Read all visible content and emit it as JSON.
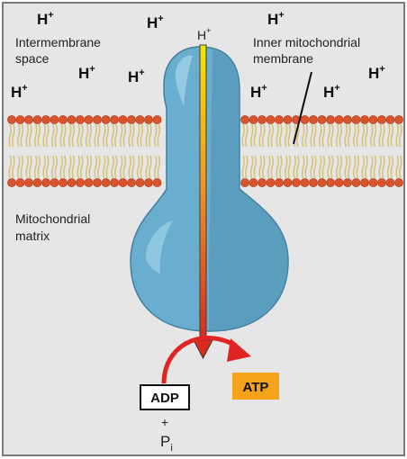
{
  "labels": {
    "intermembrane_line1": "Intermembrane",
    "intermembrane_line2": "space",
    "inner_membrane_line1": "Inner mitochondrial",
    "inner_membrane_line2": "membrane",
    "matrix_line1": "Mitochondrial",
    "matrix_line2": "matrix"
  },
  "proton": {
    "symbol": "H",
    "charge": "+"
  },
  "channel_proton": {
    "symbol": "H",
    "charge": "+"
  },
  "reaction": {
    "substrate": "ADP",
    "plus": "+",
    "phosphate_symbol": "P",
    "phosphate_subscript": "i",
    "product": "ATP"
  },
  "colors": {
    "background": "#e6e6e6",
    "frame": "#7a7a7a",
    "enzyme": "#6aaecf",
    "enzyme_dark": "#4f8fb0",
    "enzyme_outline": "#3f7fa0",
    "membrane_head": "#d9532c",
    "membrane_tail": "#d7c27a",
    "arrow_red": "#e02424",
    "atp_box": "#f5a31a"
  }
}
